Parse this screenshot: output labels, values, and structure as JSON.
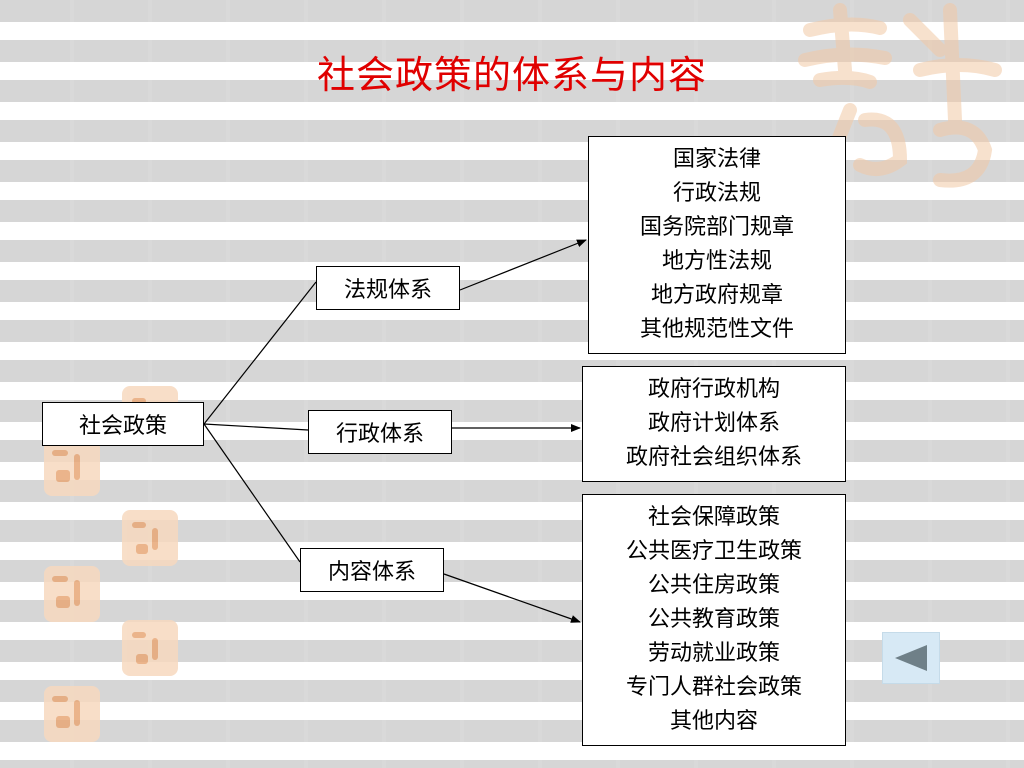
{
  "slide": {
    "title": "社会政策的体系与内容",
    "root": {
      "label": "社会政策"
    },
    "branches": [
      {
        "label": "法规体系",
        "items": [
          "国家法律",
          "行政法规",
          "国务院部门规章",
          "地方性法规",
          "地方政府规章",
          "其他规范性文件"
        ]
      },
      {
        "label": "行政体系",
        "items": [
          "政府行政机构",
          "政府计划体系",
          "政府社会组织体系"
        ]
      },
      {
        "label": "内容体系",
        "items": [
          "社会保障政策",
          "公共医疗卫生政策",
          "公共住房政策",
          "公共教育政策",
          "劳动就业政策",
          "专门人群社会政策",
          "其他内容"
        ]
      }
    ]
  },
  "navigation": {
    "back_icon": "triangle-left-icon"
  },
  "colors": {
    "title": "#e00000",
    "seal": "#f7d9bf",
    "seal_ink": "#e8a877",
    "nav_button": "#d7e9f5",
    "nav_arrow": "#6f8088"
  }
}
